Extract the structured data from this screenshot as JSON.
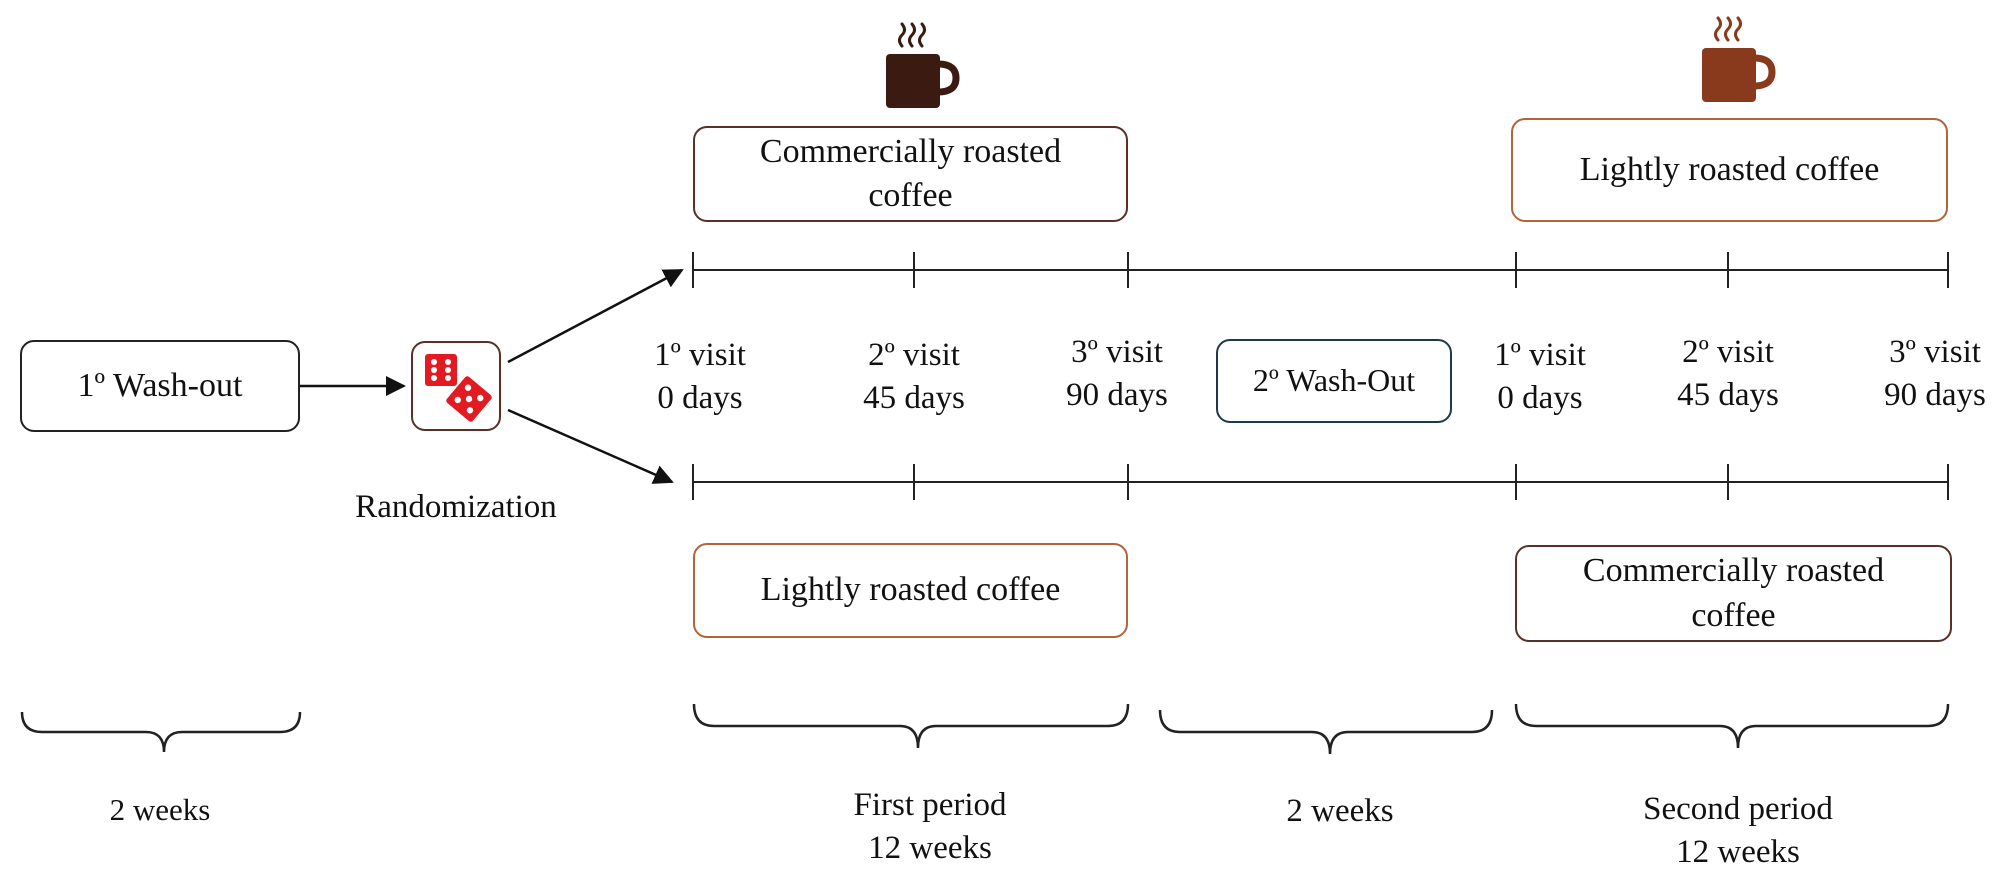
{
  "washout1": {
    "label": "1º Wash-out"
  },
  "randomization": {
    "label": "Randomization"
  },
  "upper_arm": {
    "first_treatment": "Commercially roasted coffee",
    "second_treatment": "Lightly roasted coffee"
  },
  "lower_arm": {
    "first_treatment": "Lightly roasted coffee",
    "second_treatment": "Commercially roasted coffee"
  },
  "washout2": {
    "label": "2º  Wash-Out"
  },
  "visits_first_period": [
    {
      "visit": "1º visit",
      "day": "0 days"
    },
    {
      "visit": "2º visit",
      "day": "45 days"
    },
    {
      "visit": "3º visit",
      "day": "90 days"
    }
  ],
  "visits_second_period": [
    {
      "visit": "1º visit",
      "day": "0 days"
    },
    {
      "visit": "2º visit",
      "day": "45 days"
    },
    {
      "visit": "3º visit",
      "day": "90 days"
    }
  ],
  "durations": {
    "washout1": "2 weeks",
    "first_period": {
      "name": "First period",
      "weeks": "12 weeks"
    },
    "washout2": "2 weeks",
    "second_period": {
      "name": "Second period",
      "weeks": "12 weeks"
    }
  },
  "colors": {
    "dark_roast": "#3b1a12",
    "light_roast": "#8a3a1c",
    "dice": "#e21b23",
    "commercial_border": "#5a3128",
    "light_border": "#b3643a",
    "washout2_border": "#1e3a4a"
  },
  "icons": {
    "coffee_dark": "coffee-cup-icon",
    "coffee_light": "coffee-cup-icon",
    "randomization": "dice-icon"
  }
}
